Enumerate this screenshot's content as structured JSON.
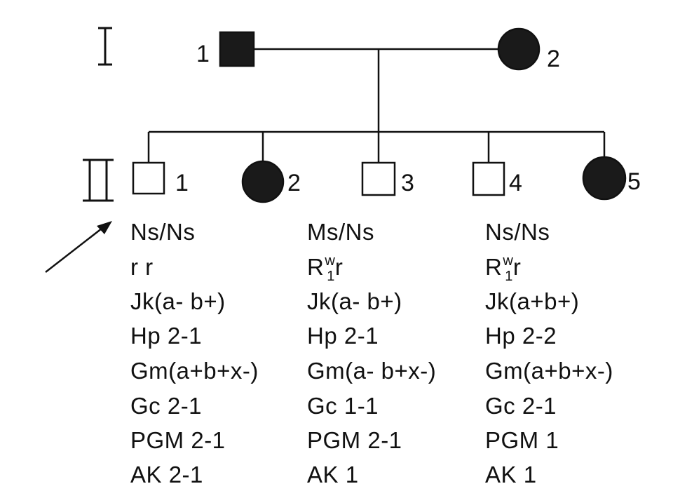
{
  "generations": [
    {
      "label": "I"
    },
    {
      "label": "II"
    }
  ],
  "individuals": {
    "I_1": {
      "number": "1",
      "sex": "male",
      "affected": true
    },
    "I_2": {
      "number": "2",
      "sex": "female",
      "affected": true
    },
    "II_1": {
      "number": "1",
      "sex": "male",
      "affected": false,
      "proband": true
    },
    "II_2": {
      "number": "2",
      "sex": "female",
      "affected": true
    },
    "II_3": {
      "number": "3",
      "sex": "male",
      "affected": false
    },
    "II_4": {
      "number": "4",
      "sex": "male",
      "affected": false
    },
    "II_5": {
      "number": "5",
      "sex": "female",
      "affected": true
    }
  },
  "colors": {
    "line": "#111111",
    "affected_fill": "#1a1a1a",
    "background": "#ffffff"
  },
  "typing": {
    "II_1": {
      "mns": "Ns/Ns",
      "rh": "r r",
      "kidd": "Jk(a- b+)",
      "hp": "Hp 2-1",
      "gm": "Gm(a+b+x-)",
      "gc": "Gc 2-1",
      "pgm": "PGM 2-1",
      "ak": "AK 2-1"
    },
    "II_3": {
      "mns": "Ms/Ns",
      "rh_base": "R",
      "rh_sup": "w",
      "rh_sub": "1",
      "rh_tail": "r",
      "kidd": "Jk(a- b+)",
      "hp": "Hp 2-1",
      "gm": "Gm(a- b+x-)",
      "gc": "Gc 1-1",
      "pgm": "PGM 2-1",
      "ak": "AK 1"
    },
    "II_4": {
      "mns": "Ns/Ns",
      "rh_base": "R",
      "rh_sup": "w",
      "rh_sub": "1",
      "rh_tail": "r",
      "kidd": "Jk(a+b+)",
      "hp": "Hp 2-2",
      "gm": "Gm(a+b+x-)",
      "gc": "Gc 2-1",
      "pgm": "PGM 1",
      "ak": "AK 1"
    }
  }
}
